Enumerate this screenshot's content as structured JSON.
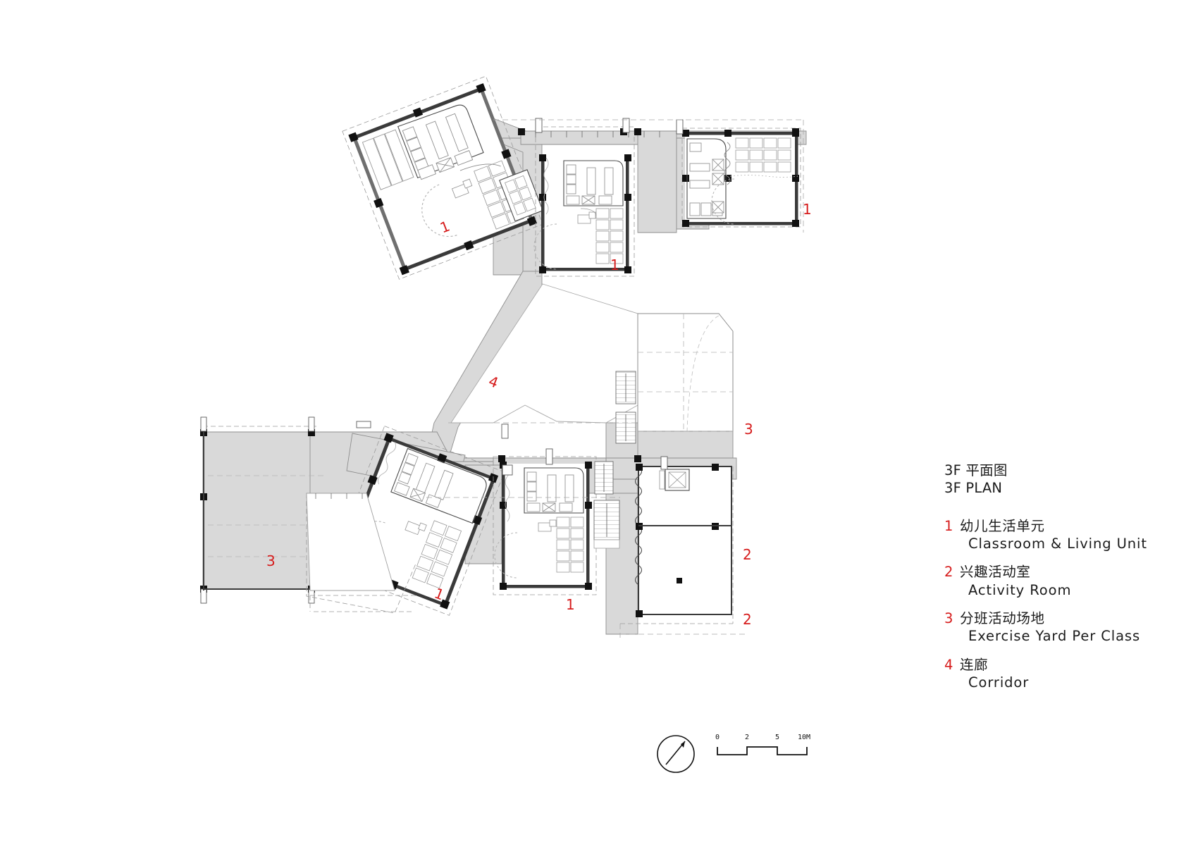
{
  "drawing": {
    "title_cn": "3F 平面图",
    "title_en": "3F PLAN",
    "sheet_type": "architectural-floor-plan"
  },
  "legend": {
    "items": [
      {
        "num": "1",
        "cn": "幼儿生活单元",
        "en": "Classroom & Living Unit"
      },
      {
        "num": "2",
        "cn": "兴趣活动室",
        "en": "Activity Room"
      },
      {
        "num": "3",
        "cn": "分班活动场地",
        "en": "Exercise Yard Per Class"
      },
      {
        "num": "4",
        "cn": "连廊",
        "en": "Corridor"
      }
    ]
  },
  "room_tags": [
    {
      "id": "tag-classroom-nw",
      "num": "1"
    },
    {
      "id": "tag-classroom-n",
      "num": "1"
    },
    {
      "id": "tag-classroom-ne",
      "num": "1"
    },
    {
      "id": "tag-classroom-sw",
      "num": "1"
    },
    {
      "id": "tag-classroom-s",
      "num": "1"
    },
    {
      "id": "tag-yard-east",
      "num": "3"
    },
    {
      "id": "tag-yard-west",
      "num": "3"
    },
    {
      "id": "tag-activity-upper",
      "num": "2"
    },
    {
      "id": "tag-activity-lower",
      "num": "2"
    },
    {
      "id": "tag-corridor",
      "num": "4"
    }
  ],
  "scale_bar": {
    "ticks": [
      "0",
      "2",
      "5",
      "10M"
    ],
    "unit": "M"
  },
  "colors": {
    "accent_red": "#d61c1c",
    "ink": "#1b1b1b",
    "slab_fill": "#d9d9d9",
    "wall": "#3a3a3a",
    "furniture": "#9a9a9a",
    "dash": "#9a9a9a",
    "paper": "#ffffff"
  }
}
